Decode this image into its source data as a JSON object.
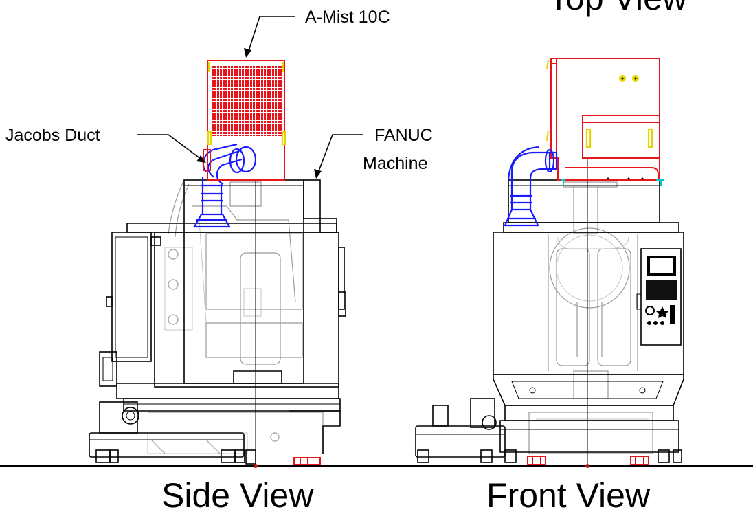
{
  "labels": {
    "top_view": "Top View",
    "mist_unit": "A-Mist 10C",
    "duct": "Jacobs Duct",
    "machine_line1": "FANUC",
    "machine_line2": "Machine",
    "side_view": "Side View",
    "front_view": "Front View"
  },
  "colors": {
    "line": "#000000",
    "ghost": "#9a9a9a",
    "mist_unit": "#e8141c",
    "duct": "#1a1aff",
    "brackets": "#e6d600",
    "fittings": "#00c8c8",
    "background": "#ffffff"
  }
}
